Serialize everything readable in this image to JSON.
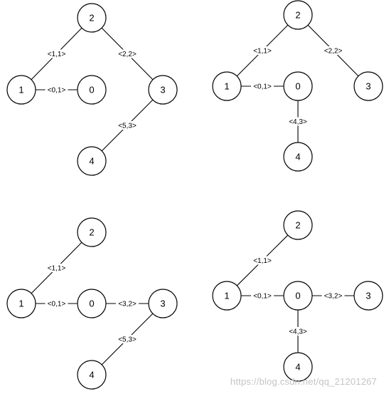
{
  "diagrams": [
    {
      "nodes": [
        {
          "id": "2",
          "label": "2"
        },
        {
          "id": "1",
          "label": "1"
        },
        {
          "id": "0",
          "label": "0"
        },
        {
          "id": "3",
          "label": "3"
        },
        {
          "id": "4",
          "label": "4"
        }
      ],
      "edges": [
        {
          "from": "2",
          "to": "1",
          "label": "<1,1>"
        },
        {
          "from": "2",
          "to": "3",
          "label": "<2,2>"
        },
        {
          "from": "1",
          "to": "0",
          "label": "<0,1>"
        },
        {
          "from": "3",
          "to": "4",
          "label": "<5,3>"
        }
      ]
    },
    {
      "nodes": [
        {
          "id": "2",
          "label": "2"
        },
        {
          "id": "1",
          "label": "1"
        },
        {
          "id": "0",
          "label": "0"
        },
        {
          "id": "3",
          "label": "3"
        },
        {
          "id": "4",
          "label": "4"
        }
      ],
      "edges": [
        {
          "from": "2",
          "to": "1",
          "label": "<1,1>"
        },
        {
          "from": "2",
          "to": "3",
          "label": "<2,2>"
        },
        {
          "from": "1",
          "to": "0",
          "label": "<0,1>"
        },
        {
          "from": "0",
          "to": "4",
          "label": "<4,3>"
        }
      ]
    },
    {
      "nodes": [
        {
          "id": "2",
          "label": "2"
        },
        {
          "id": "1",
          "label": "1"
        },
        {
          "id": "0",
          "label": "0"
        },
        {
          "id": "3",
          "label": "3"
        },
        {
          "id": "4",
          "label": "4"
        }
      ],
      "edges": [
        {
          "from": "2",
          "to": "1",
          "label": "<1,1>"
        },
        {
          "from": "1",
          "to": "0",
          "label": "<0,1>"
        },
        {
          "from": "0",
          "to": "3",
          "label": "<3,2>"
        },
        {
          "from": "3",
          "to": "4",
          "label": "<5,3>"
        }
      ]
    },
    {
      "nodes": [
        {
          "id": "2",
          "label": "2"
        },
        {
          "id": "1",
          "label": "1"
        },
        {
          "id": "0",
          "label": "0"
        },
        {
          "id": "3",
          "label": "3"
        },
        {
          "id": "4",
          "label": "4"
        }
      ],
      "edges": [
        {
          "from": "2",
          "to": "1",
          "label": "<1,1>"
        },
        {
          "from": "1",
          "to": "0",
          "label": "<0,1>"
        },
        {
          "from": "0",
          "to": "3",
          "label": "<3,2>"
        },
        {
          "from": "0",
          "to": "4",
          "label": "<4,3>"
        }
      ]
    }
  ],
  "watermark": "https://blog.csdn.net/qq_21201267"
}
